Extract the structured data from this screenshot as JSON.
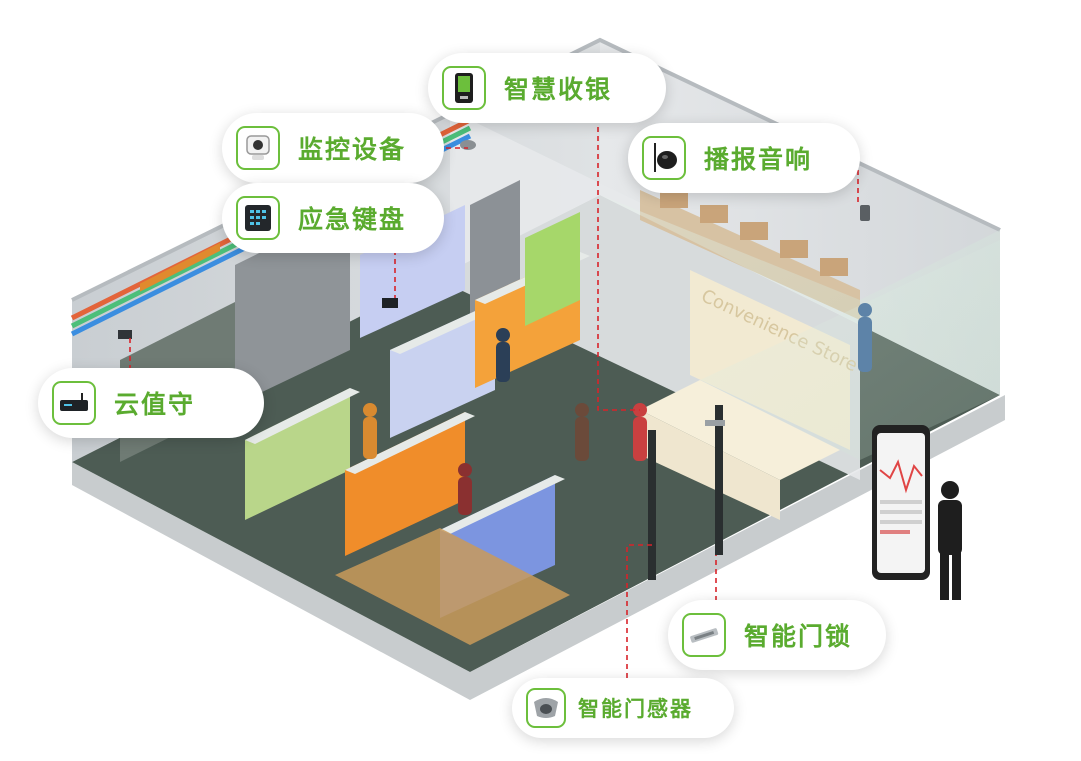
{
  "callouts": {
    "cashier": {
      "label": "智慧收银",
      "icon": "cashier-terminal-icon"
    },
    "monitoring": {
      "label": "监控设备",
      "icon": "camera-icon"
    },
    "keypad": {
      "label": "应急键盘",
      "icon": "keypad-icon"
    },
    "speaker": {
      "label": "播报音响",
      "icon": "speaker-icon"
    },
    "cloud_guard": {
      "label": "云值守",
      "icon": "gateway-box-icon"
    },
    "door_lock": {
      "label": "智能门锁",
      "icon": "door-lock-icon"
    },
    "door_sensor": {
      "label": "智能门感器",
      "icon": "door-sensor-icon"
    }
  },
  "store_sign": "Convenience Store",
  "colors": {
    "accent_green": "#5aab2f",
    "icon_border": "#6cbf3c",
    "leader_line": "#d8232a",
    "floor": "#4d5c54",
    "wall": "#d8dcdf"
  }
}
